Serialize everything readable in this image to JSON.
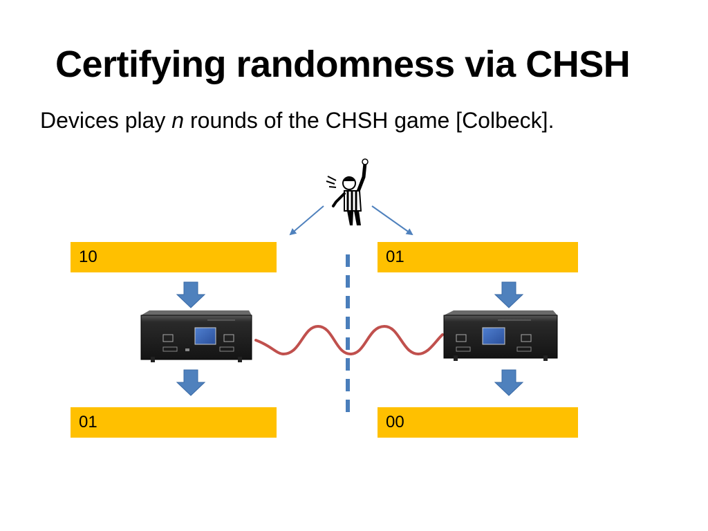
{
  "slide": {
    "title": "Certifying randomness via CHSH",
    "subtitle_pre": "Devices play ",
    "subtitle_var": "n",
    "subtitle_post": " rounds of the CHSH game [Colbeck]."
  },
  "alice": {
    "input": "10",
    "output": "01"
  },
  "bob": {
    "input": "01",
    "output": "00"
  },
  "icons": [
    "referee-icon",
    "device-icon",
    "arrow-icon",
    "wave-icon",
    "separator-line"
  ],
  "colors": {
    "box": "#ffc000",
    "arrow": "#4f81bd",
    "wave": "#c0504d",
    "separator": "#4a7ebb"
  }
}
